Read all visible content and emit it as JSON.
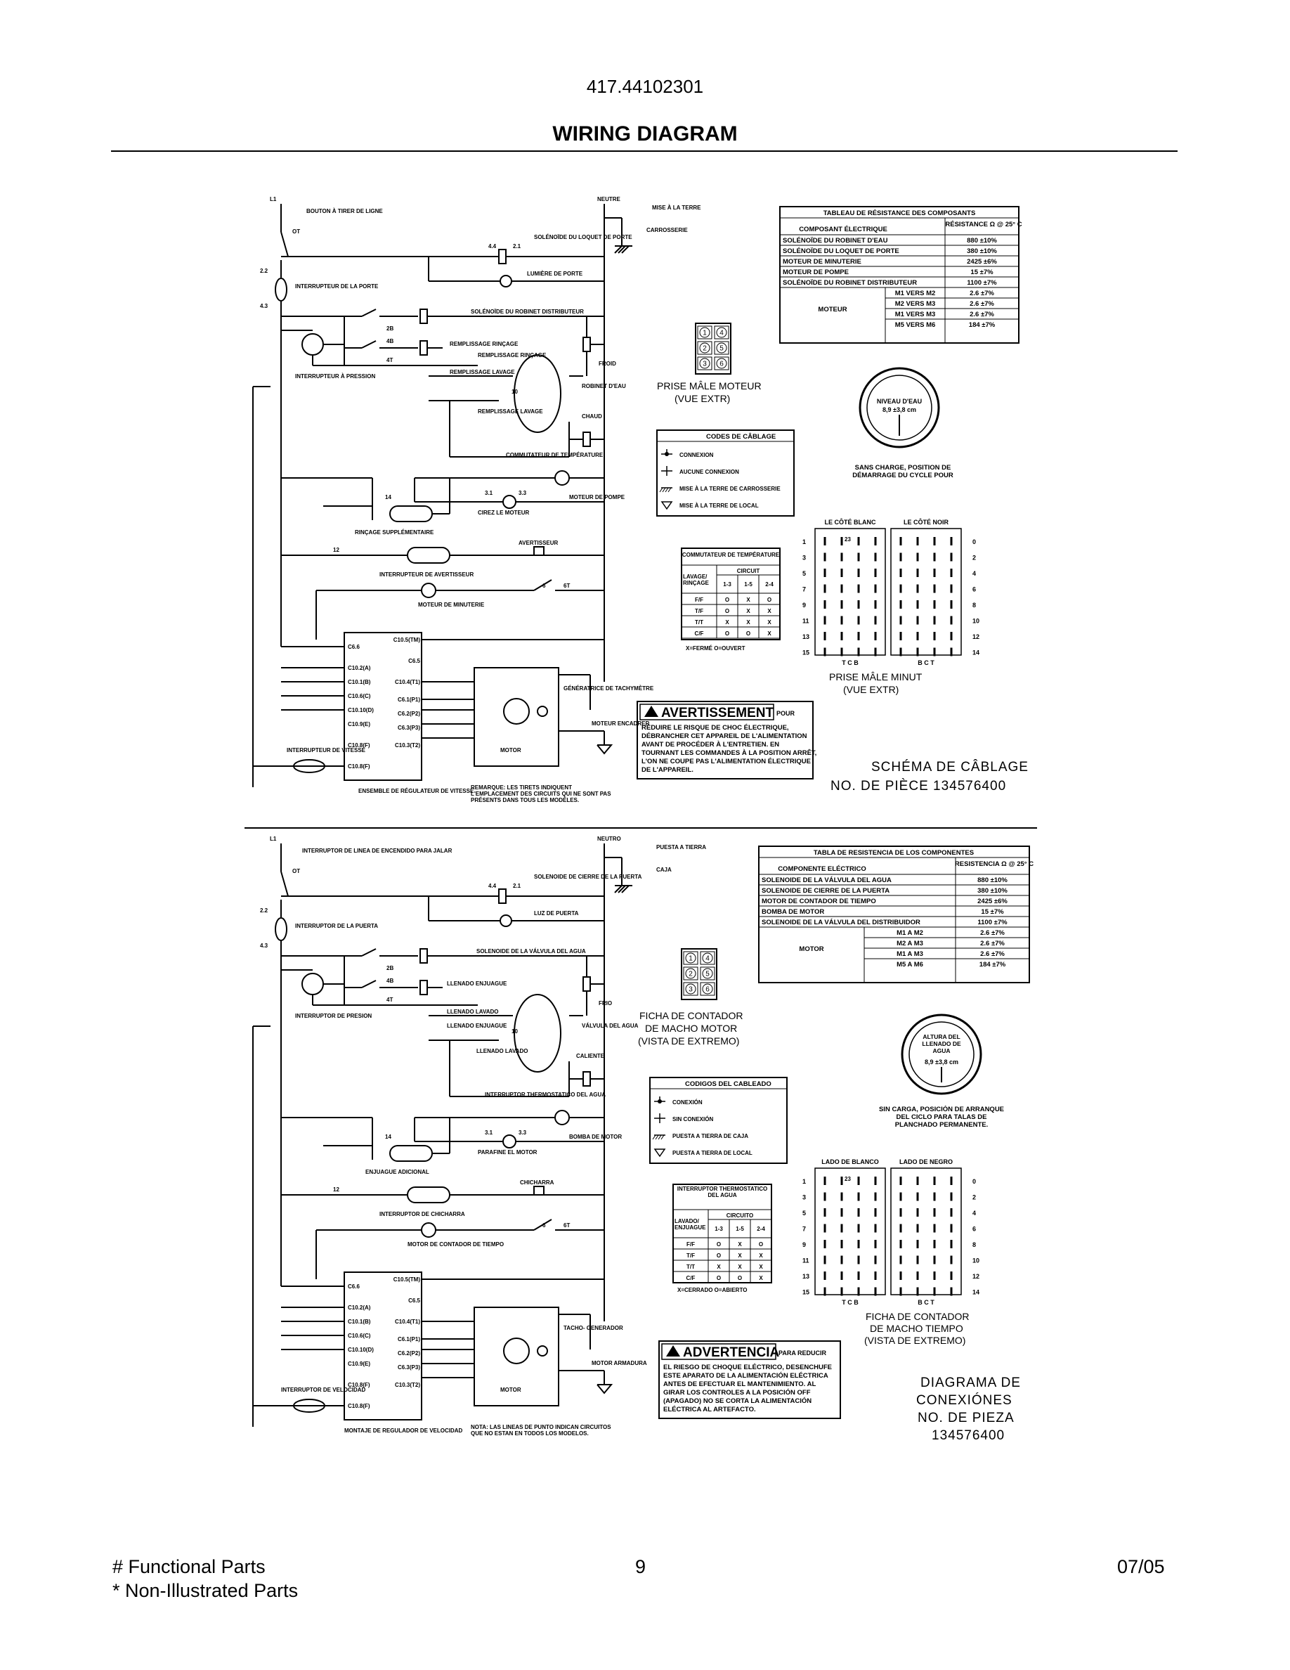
{
  "header": {
    "model": "417.44102301",
    "title": "WIRING DIAGRAM"
  },
  "footer": {
    "left1": "# Functional Parts",
    "left2": "* Non-Illustrated Parts",
    "page": "9",
    "date": "07/05"
  },
  "fr": {
    "l1": "L1",
    "neutral": "NEUTRE",
    "ground": "MISE À LA TERRE",
    "chassis": "CARROSSERIE",
    "pull": "BOUTON À TIRER DE LIGNE",
    "ot": "OT",
    "door_sw": "INTERRUPTEUR DE LA PORTE",
    "t22": "2.2",
    "t43": "4.3",
    "door_lock": "SOLÉNOÏDE DU LOQUET DE PORTE",
    "t44": "4.4",
    "t21": "2.1",
    "door_light": "LUMIÈRE DE PORTE",
    "disp_sol": "SOLÉNOÏDE DU ROBINET DISTRIBUTEUR",
    "press_sw": "INTERRUPTEUR À PRESSION",
    "rinse_fill": "REMPLISSAGE RINÇAGE",
    "rinse_fill2": "REMPLISSAGE RINÇAGE",
    "wash_fill": "REMPLISSAGE LAVAGE",
    "wash_fill2": "REMPLISSAGE LAVAGE",
    "cold": "FROID",
    "valve": "ROBINET D'EAU",
    "hot": "CHAUD",
    "temp_sw": "COMMUTATEUR DE TEMPÉRATURE",
    "pump": "MOTEUR DE POMPE",
    "wax": "CIREZ LE MOTEUR",
    "extra_rinse": "RINÇAGE SUPPLÉMENTAIRE",
    "buzzer": "AVERTISSEUR",
    "buzzer_sw": "INTERRUPTEUR DE AVERTISSEUR",
    "timer_motor": "MOTEUR DE MINUTERIE",
    "speed_sw": "INTERRUPTEUR DE VITESSE",
    "speed_assy": "ENSEMBLE DE RÉGULATEUR DE VITESSE",
    "tach": "GÉNÉRATRICE DE TACHYMÈTRE",
    "motor": "MOTOR",
    "drive_motor": "MOTEUR ENCADRER",
    "note": "REMARQUE: LES TIRETS INDIQUENT L'EMPLACEMENT DES CIRCUITS QUI NE SONT PAS PRÉSENTS DANS TOUS LES MODÈLES.",
    "plug_motor": "PRISE MÂLE MOTEUR",
    "plug_motor2": "(VUE EXTR)",
    "plug_timer": "PRISE MÂLE MINUT",
    "plug_timer2": "(VUE EXTR)",
    "white_side": "LE CÔTÉ BLANC",
    "black_side": "LE CÔTÉ NOIR",
    "water_level": "NIVEAU D'EAU",
    "water_level2": "8,9 ±3,8 cm",
    "no_load": "SANS CHARGE, POSITION DE DÉMARRAGE DU CYCLE POUR",
    "schema1": "SCHÉMA DE CÂBLAGE",
    "schema2": "NO. DE PIÈCE 134576400",
    "warn_title": "AVERTISSEMENT",
    "warn_pour": "POUR",
    "warn_text": [
      "RÉDUIRE LE RISQUE DE CHOC ÉLECTRIQUE,",
      "DÉBRANCHER CET APPAREIL DE L'ALIMENTATION",
      "AVANT DE PROCÉDER À L'ENTRETIEN. EN",
      "TOURNANT LES COMMANDES À LA POSITION ARRÊT,",
      "L'ON NE COUPE PAS L'ALIMENTATION ÉLECTRIQUE",
      "DE L'APPAREIL."
    ],
    "codes_title": "CODES DE CÂBLAGE",
    "codes": [
      "CONNEXION",
      "AUCUNE CONNEXION",
      "MISE À LA TERRE DE CARROSSERIE",
      "MISE À LA TERRE DE LOCAL"
    ],
    "res_title": "TABLEAU DE RÉSISTANCE DES COMPOSANTS",
    "res_h1": "COMPOSANT ÉLECTRIQUE",
    "res_h2": "RÉSISTANCE Ω @ 25° C",
    "res_rows": [
      [
        "SOLÉNOÏDE DU ROBINET D'EAU",
        "880 ±10%"
      ],
      [
        "SOLÉNOÏDE DU LOQUET DE PORTE",
        "380 ±10%"
      ],
      [
        "MOTEUR DE MINUTERIE",
        "2425 ±6%"
      ],
      [
        "MOTEUR DE POMPE",
        "15 ±7%"
      ],
      [
        "SOLÉNOÏDE DU ROBINET DISTRIBUTEUR",
        "1100 ±7%"
      ]
    ],
    "res_motor": "MOTEUR",
    "res_motor_rows": [
      [
        "M1 VERS M2",
        "2.6 ±7%"
      ],
      [
        "M2 VERS M3",
        "2.6 ±7%"
      ],
      [
        "M1 VERS M3",
        "2.6 ±7%"
      ],
      [
        "M5 VERS M6",
        "184 ±7%"
      ]
    ],
    "temp_title": "COMMUTATEUR DE TEMPÉRATURE",
    "temp_circuit": "CIRCUIT",
    "temp_lav": "LAVAGE/ RINÇAGE",
    "temp_legend": "X=FERMÉ O=OUVERT"
  },
  "es": {
    "l1": "L1",
    "neutral": "NEUTRO",
    "ground": "PUESTA A TIERRA",
    "chassis": "CAJA",
    "pull": "INTERRUPTOR DE LINEA DE ENCENDIDO PARA JALAR",
    "ot": "OT",
    "door_sw": "INTERRUPTOR DE LA PUERTA",
    "t22": "2.2",
    "t43": "4.3",
    "door_lock": "SOLENOIDE DE CIERRE DE LA PUERTA",
    "t44": "4.4",
    "t21": "2.1",
    "door_light": "LUZ DE PUERTA",
    "disp_sol": "SOLENOIDE DE LA VÁLVULA DEL AGUA",
    "press_sw": "INTERRUPTOR DE PRESION",
    "rinse_fill": "LLENADO ENJUAGUE",
    "rinse_fill2": "LLENADO ENJUAGUE",
    "wash_fill": "LLENADO LAVADO",
    "wash_fill2": "LLENADO LAVADO",
    "cold": "FRIO",
    "valve": "VÁLVULA DEL AGUA",
    "hot": "CALIENTE",
    "temp_sw": "INTERRUPTOR THERMOSTATICO DEL AGUA",
    "pump": "BOMBA DE MOTOR",
    "wax": "PARAFINE EL MOTOR",
    "extra_rinse": "ENJUAGUE ADICIONAL",
    "buzzer": "CHICHARRA",
    "buzzer_sw": "INTERRUPTOR DE CHICHARRA",
    "timer_motor": "MOTOR DE CONTADOR DE TIEMPO",
    "speed_sw": "INTERRUPTOR DE VELOCIDAD",
    "speed_assy": "MONTAJE DE REGULADOR DE VELOCIDAD",
    "tach": "TACHO- GENERADOR",
    "motor": "MOTOR",
    "drive_motor": "MOTOR ARMADURA",
    "note": "NOTA: LAS LINEAS DE PUNTO INDICAN CIRCUITOS QUE NO ESTAN EN TODOS LOS MODELOS.",
    "plug_motor": "FICHA DE CONTADOR",
    "plug_motor2": "DE MACHO MOTOR",
    "plug_motor3": "(VISTA DE EXTREMO)",
    "plug_timer": "FICHA DE CONTADOR",
    "plug_timer2": "DE MACHO TIEMPO",
    "plug_timer3": "(VISTA DE EXTREMO)",
    "white_side": "LADO DE BLANCO",
    "black_side": "LADO DE NEGRO",
    "water_level": "ALTURA DEL LLENADO DE AGUA",
    "water_level2": "8,9 ±3,8 cm",
    "no_load": "SIN CARGA, POSICIÓN DE ARRANQUE DEL CICLO PARA TALAS DE PLANCHADO PERMANENTE.",
    "schema1": "DIAGRAMA DE",
    "schema2": "CONEXIÓNES",
    "schema3": "NO. DE PIEZA",
    "schema4": "134576400",
    "warn_title": "ADVERTENCIA",
    "warn_pour": "PARA REDUCIR",
    "warn_text": [
      "EL RIESGO DE CHOQUE ELÉCTRICO, DESENCHUFE",
      "ESTE APARATO DE LA ALIMENTACIÓN ELÉCTRICA",
      "ANTES DE EFECTUAR EL MANTENIMIENTO. AL",
      "GIRAR LOS CONTROLES A LA POSICIÓN OFF",
      "(APAGADO) NO SE CORTA LA ALIMENTACIÓN",
      "ELÉCTRICA AL ARTEFACTO."
    ],
    "codes_title": "CODIGOS DEL CABLEADO",
    "codes": [
      "CONEXIÓN",
      "SIN CONEXIÓN",
      "PUESTA A TIERRA DE CAJA",
      "PUESTA A TIERRA DE LOCAL"
    ],
    "res_title": "TABLA DE RESISTENCIA DE LOS COMPONENTES",
    "res_h1": "COMPONENTE ELÉCTRICO",
    "res_h2": "RESISTENCIA Ω @ 25° C",
    "res_rows": [
      [
        "SOLENOIDE DE LA VÁLVULA DEL AGUA",
        "880 ±10%"
      ],
      [
        "SOLENOIDE DE CIERRE DE LA PUERTA",
        "380 ±10%"
      ],
      [
        "MOTOR DE CONTADOR DE TIEMPO",
        "2425 ±6%"
      ],
      [
        "BOMBA DE MOTOR",
        "15 ±7%"
      ],
      [
        "SOLENOIDE DE LA VÁLVULA DEL DISTRIBUIDOR",
        "1100 ±7%"
      ]
    ],
    "res_motor": "MOTOR",
    "res_motor_rows": [
      [
        "M1 A M2",
        "2.6 ±7%"
      ],
      [
        "M2 A M3",
        "2.6 ±7%"
      ],
      [
        "M1 A M3",
        "2.6 ±7%"
      ],
      [
        "M5 A M6",
        "184 ±7%"
      ]
    ],
    "temp_title": "INTERRUPTOR THERMOSTATICO DEL AGUA",
    "temp_circuit": "CIRCUITO",
    "temp_lav": "LAVADO/ ENJUAGUE",
    "temp_legend": "X=CERRADO O=ABIERTO"
  },
  "temp_cols": [
    "1-3",
    "1-5",
    "2-4"
  ],
  "temp_rows": [
    [
      "F/F",
      "O",
      "X",
      "O"
    ],
    [
      "T/F",
      "O",
      "X",
      "X"
    ],
    [
      "T/T",
      "X",
      "X",
      "X"
    ],
    [
      "C/F",
      "O",
      "O",
      "X"
    ]
  ],
  "reg_labels": [
    "C6.6",
    "C10.2(A)",
    "C10.1(B)",
    "C10.6(C)",
    "C10.10(D)",
    "C10.9(E)",
    "C10.8(F)",
    "C10.8(F)"
  ],
  "reg_labels_right": [
    "C10.5(TM)",
    "C6.5",
    "C10.4(T1)",
    "C6.1(P1)",
    "C6.2(P2)",
    "C6.3(P3)",
    "C10.3(T2)"
  ],
  "timer_left_nums": [
    "1",
    "3",
    "5",
    "7",
    "9",
    "11",
    "13",
    "15"
  ],
  "timer_right_nums": [
    "0",
    "2",
    "4",
    "6",
    "8",
    "10",
    "12",
    "14"
  ],
  "timer_white_foot": "T C B",
  "timer_black_foot": "B C T",
  "plug_pins": [
    "1",
    "4",
    "2",
    "5",
    "3",
    "6"
  ],
  "terminals": {
    "t14": "14",
    "t12": "12",
    "t31": "3.1",
    "t33": "3.3",
    "t6": "6",
    "t6t": "6T",
    "t2b": "2B",
    "t4b": "4B",
    "t4t": "4T",
    "t10": "10",
    "t23": "23"
  }
}
